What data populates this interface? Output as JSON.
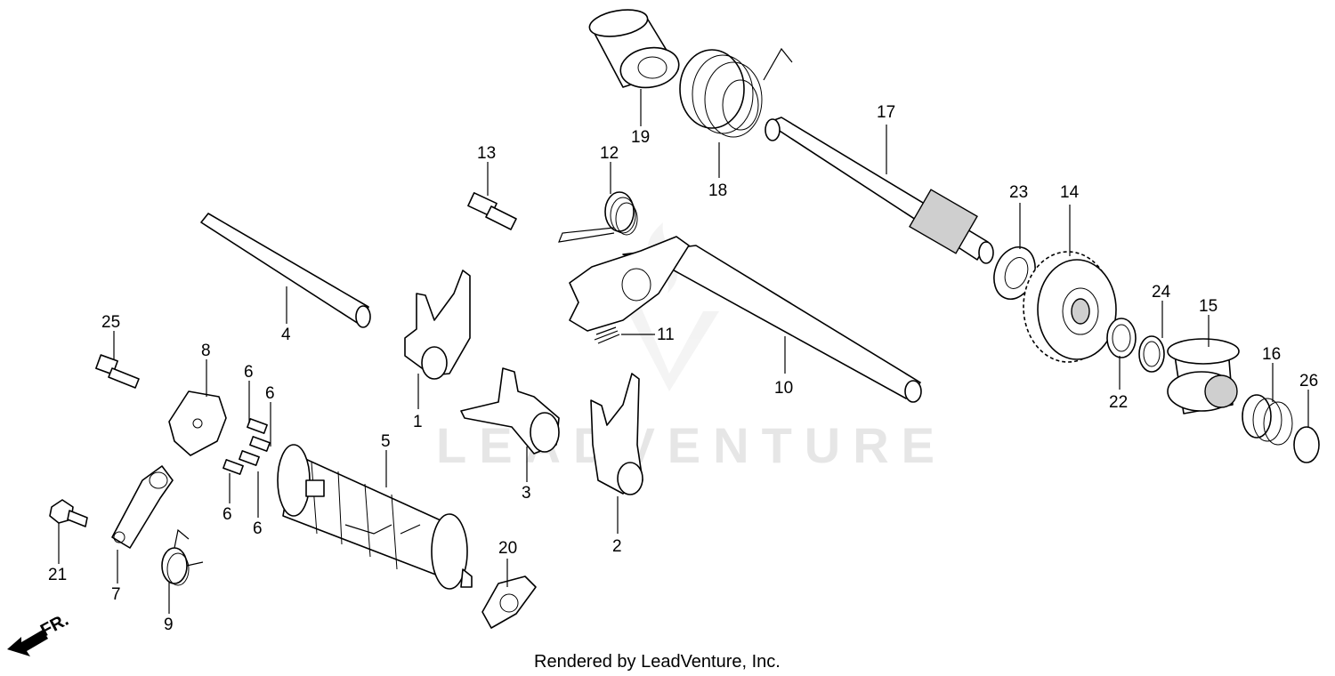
{
  "watermark": "LEADVENTURE",
  "footer_text": "Rendered by LeadVenture, Inc.",
  "direction_label": "FR.",
  "callouts": {
    "c1": "1",
    "c2": "2",
    "c3": "3",
    "c4": "4",
    "c5": "5",
    "c6a": "6",
    "c6b": "6",
    "c6c": "6",
    "c6d": "6",
    "c7": "7",
    "c8": "8",
    "c9": "9",
    "c10": "10",
    "c11": "11",
    "c12": "12",
    "c13": "13",
    "c14": "14",
    "c15": "15",
    "c16": "16",
    "c17": "17",
    "c18": "18",
    "c19": "19",
    "c20": "20",
    "c21": "21",
    "c22": "22",
    "c23": "23",
    "c24": "24",
    "c25": "25",
    "c26": "26"
  },
  "icons": {
    "direction": "fr-arrow-icon",
    "brand": "leadventure-logo-icon"
  }
}
